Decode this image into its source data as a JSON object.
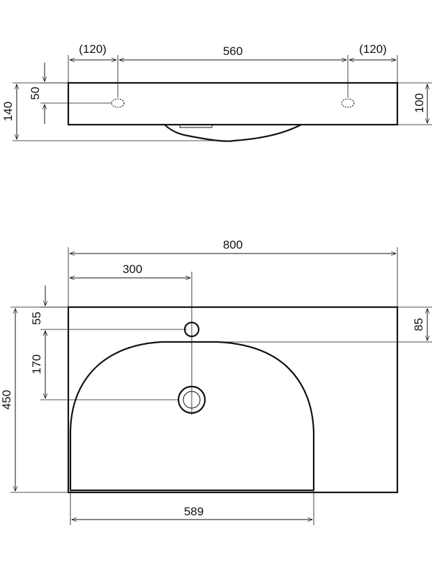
{
  "side_view": {
    "hole_spacing_left": "(120)",
    "hole_spacing_center": "560",
    "hole_spacing_right": "(120)",
    "hole_depth": "50",
    "total_height": "140",
    "body_height": "100"
  },
  "top_view": {
    "total_width": "800",
    "tap_offset": "300",
    "tap_from_edge": "55",
    "drain_distance": "170",
    "depth": "450",
    "bowl_offset": "85",
    "bowl_width": "589"
  }
}
